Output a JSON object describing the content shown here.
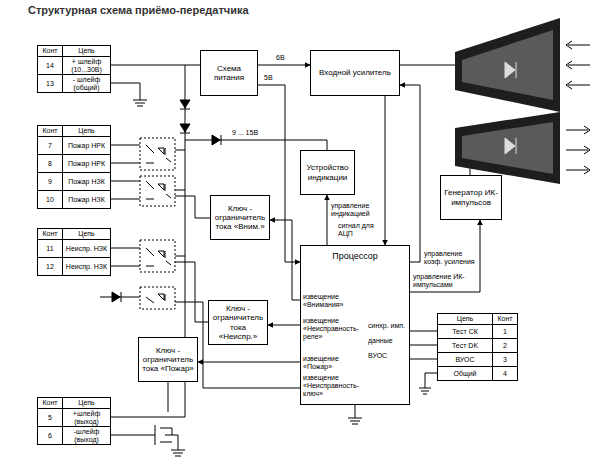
{
  "diagram": {
    "title": "Структурная схема приёмо-передатчика",
    "nodes": [
      {
        "text": [
          "Схема питания"
        ]
      },
      {
        "text": [
          "Входной усилитель"
        ]
      },
      {
        "text": [
          "Устройство индикации"
        ]
      },
      {
        "text": [
          "Ключ - ограничитель тока «Вним.»"
        ]
      },
      {
        "text": [
          "Ключ - ограничитель тока «Неиспр.»"
        ]
      },
      {
        "text": [
          "Ключ - ограничитель тока «Пожар»"
        ]
      },
      {
        "text": [
          "Процессор"
        ]
      },
      {
        "text": [
          "Генератор ИК-импульсов"
        ]
      }
    ],
    "edges": [
      {
        "from": 0,
        "to": 1,
        "label": "6В",
        "arrow": "to"
      },
      {
        "from": 0,
        "to": 6,
        "label": "5В",
        "arrow": "to"
      },
      {
        "from": 6,
        "to": 2,
        "label": "управление индикацией",
        "arrow": "to"
      },
      {
        "from": 1,
        "to": 6,
        "label": "сигнал для АЦП",
        "arrow": "to"
      },
      {
        "from": 6,
        "to": 1,
        "label": "управление коэф. усиления",
        "arrow": "to"
      },
      {
        "from": 6,
        "to": 7,
        "label": "управление ИК-импульсами",
        "arrow": "to"
      },
      {
        "from": 6,
        "to": 3,
        "label": "извещение «Внимания»",
        "arrow": "to"
      },
      {
        "from": 6,
        "to": 4,
        "label": "извещение «Неисправность-реле»",
        "arrow": "to"
      },
      {
        "from": 6,
        "to": 5,
        "label": "извещение «Пожар»",
        "arrow": "to"
      }
    ],
    "labels": [
      "9 ... 15В",
      "Конт",
      "Цепь",
      "14",
      "+ шлейф (10...30В)",
      "13",
      "- шлейф (общий)",
      "Конт",
      "Цепь",
      "7",
      "Пожар НРК",
      "8",
      "Пожар НРК",
      "9",
      "Пожар НЗК",
      "10",
      "Пожар НЗК",
      "Конт",
      "Цепь",
      "11",
      "Неиспр. НЗК",
      "12",
      "Неиспр. НЗК",
      "Конт",
      "Цепь",
      "5",
      "+шлейф (выход)",
      "6",
      "-шлейф (выход)",
      "Цепь",
      "Конт",
      "Тест СК",
      "1",
      "Тест DK",
      "2",
      "ВУОС",
      "3",
      "Общий",
      "4",
      "синхр. имп.",
      "данные",
      "ВУОС",
      "извещение «Неисправность-ключ»"
    ]
  }
}
